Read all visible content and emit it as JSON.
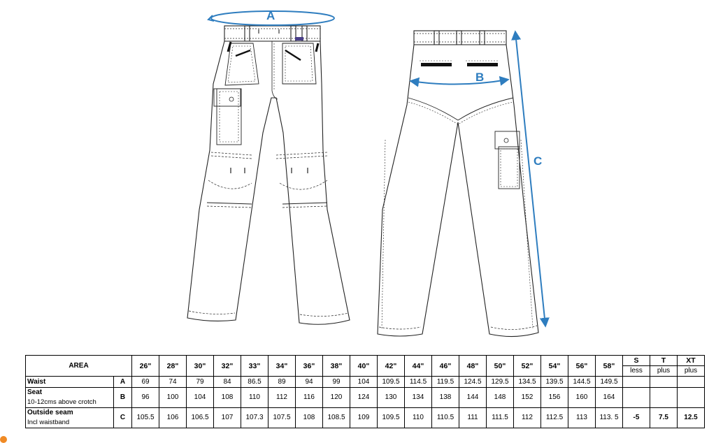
{
  "measurements": {
    "a_label": "A",
    "b_label": "B",
    "c_label": "C",
    "color": "#2e7dbf"
  },
  "table": {
    "area_header": "AREA",
    "sizes": [
      "26\"",
      "28\"",
      "30\"",
      "32\"",
      "33\"",
      "34\"",
      "36\"",
      "38\"",
      "40\"",
      "42\"",
      "44\"",
      "46\"",
      "48\"",
      "50\"",
      "52\"",
      "54\"",
      "56\"",
      "58\""
    ],
    "adjustments": [
      {
        "code": "S",
        "note": "less"
      },
      {
        "code": "T",
        "note": "plus"
      },
      {
        "code": "XT",
        "note": "plus"
      }
    ],
    "rows": [
      {
        "name": "Waist",
        "sub": "",
        "letter": "A",
        "values": [
          "69",
          "74",
          "79",
          "84",
          "86.5",
          "89",
          "94",
          "99",
          "104",
          "109.5",
          "114.5",
          "119.5",
          "124.5",
          "129.5",
          "134.5",
          "139.5",
          "144.5",
          "149.5"
        ],
        "adjust": [
          "",
          "",
          ""
        ]
      },
      {
        "name": "Seat",
        "sub": "10-12cms above crotch",
        "letter": "B",
        "values": [
          "96",
          "100",
          "104",
          "108",
          "110",
          "112",
          "116",
          "120",
          "124",
          "130",
          "134",
          "138",
          "144",
          "148",
          "152",
          "156",
          "160",
          "164"
        ],
        "adjust": [
          "",
          "",
          ""
        ]
      },
      {
        "name": "Outside seam",
        "sub": "Incl waistband",
        "letter": "C",
        "values": [
          "105.5",
          "106",
          "106.5",
          "107",
          "107.3",
          "107.5",
          "108",
          "108.5",
          "109",
          "109.5",
          "110",
          "110.5",
          "111",
          "111.5",
          "112",
          "112.5",
          "113",
          "113. 5"
        ],
        "adjust": [
          "-5",
          "7.5",
          "12.5"
        ]
      }
    ]
  }
}
